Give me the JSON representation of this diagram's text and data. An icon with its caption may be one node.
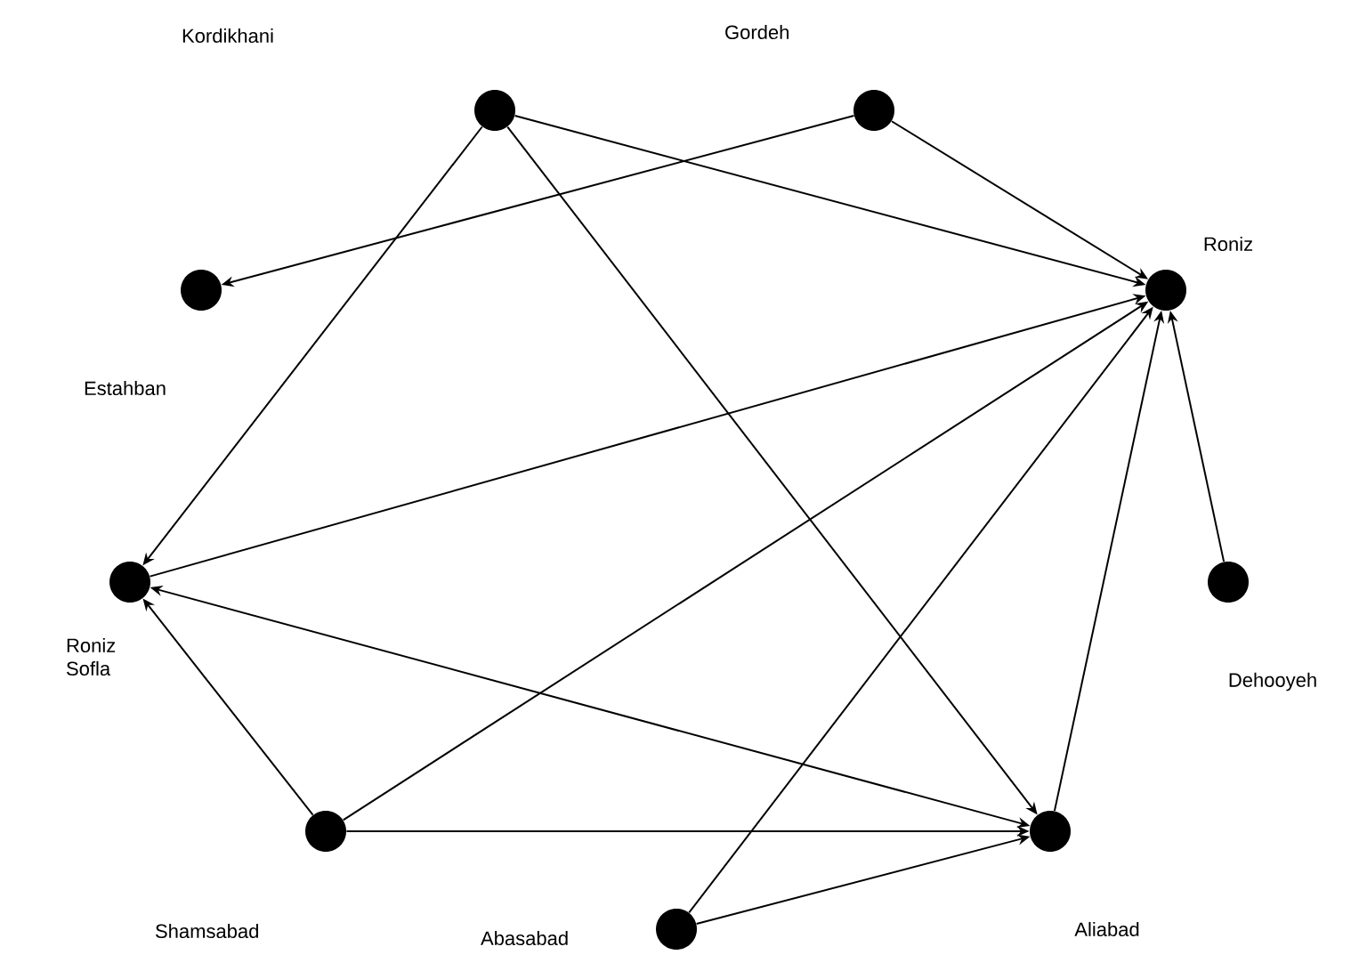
{
  "diagram": {
    "nodes": [
      {
        "text": [],
        "shape": "circle"
      },
      {
        "text": [],
        "shape": "circle"
      },
      {
        "text": [],
        "shape": "circle"
      },
      {
        "text": [],
        "shape": "circle",
        "beside": [
          "Roniz"
        ]
      },
      {
        "text": [],
        "shape": "circle"
      },
      {
        "text": [],
        "shape": "circle",
        "beside": [
          "Dehooyeh"
        ]
      },
      {
        "text": [],
        "shape": "circle"
      },
      {
        "text": [],
        "shape": "circle",
        "beside": [
          "Aliabad"
        ]
      },
      {
        "text": [],
        "shape": "circle"
      }
    ],
    "edges": [
      {
        "from": 0,
        "to": 3,
        "arrow": "to"
      },
      {
        "from": 0,
        "to": 4,
        "arrow": "to"
      },
      {
        "from": 0,
        "to": 7,
        "arrow": "to"
      },
      {
        "from": 1,
        "to": 3,
        "arrow": "to"
      },
      {
        "from": 1,
        "to": 2,
        "arrow": "to"
      },
      {
        "from": 4,
        "to": 3,
        "arrow": "to"
      },
      {
        "from": 7,
        "to": 4,
        "arrow": "both"
      },
      {
        "from": 6,
        "to": 4,
        "arrow": "to"
      },
      {
        "from": 6,
        "to": 3,
        "arrow": "to"
      },
      {
        "from": 6,
        "to": 7,
        "arrow": "to"
      },
      {
        "from": 8,
        "to": 3,
        "arrow": "to"
      },
      {
        "from": 8,
        "to": 7,
        "arrow": "to"
      },
      {
        "from": 7,
        "to": 3,
        "arrow": "to"
      },
      {
        "from": 5,
        "to": 3,
        "arrow": "to"
      }
    ],
    "labels": [
      "Kordikhani",
      "Gordeh",
      "Estahban",
      "Roniz Sofla",
      "Shamsabad",
      "Abasabad"
    ]
  }
}
